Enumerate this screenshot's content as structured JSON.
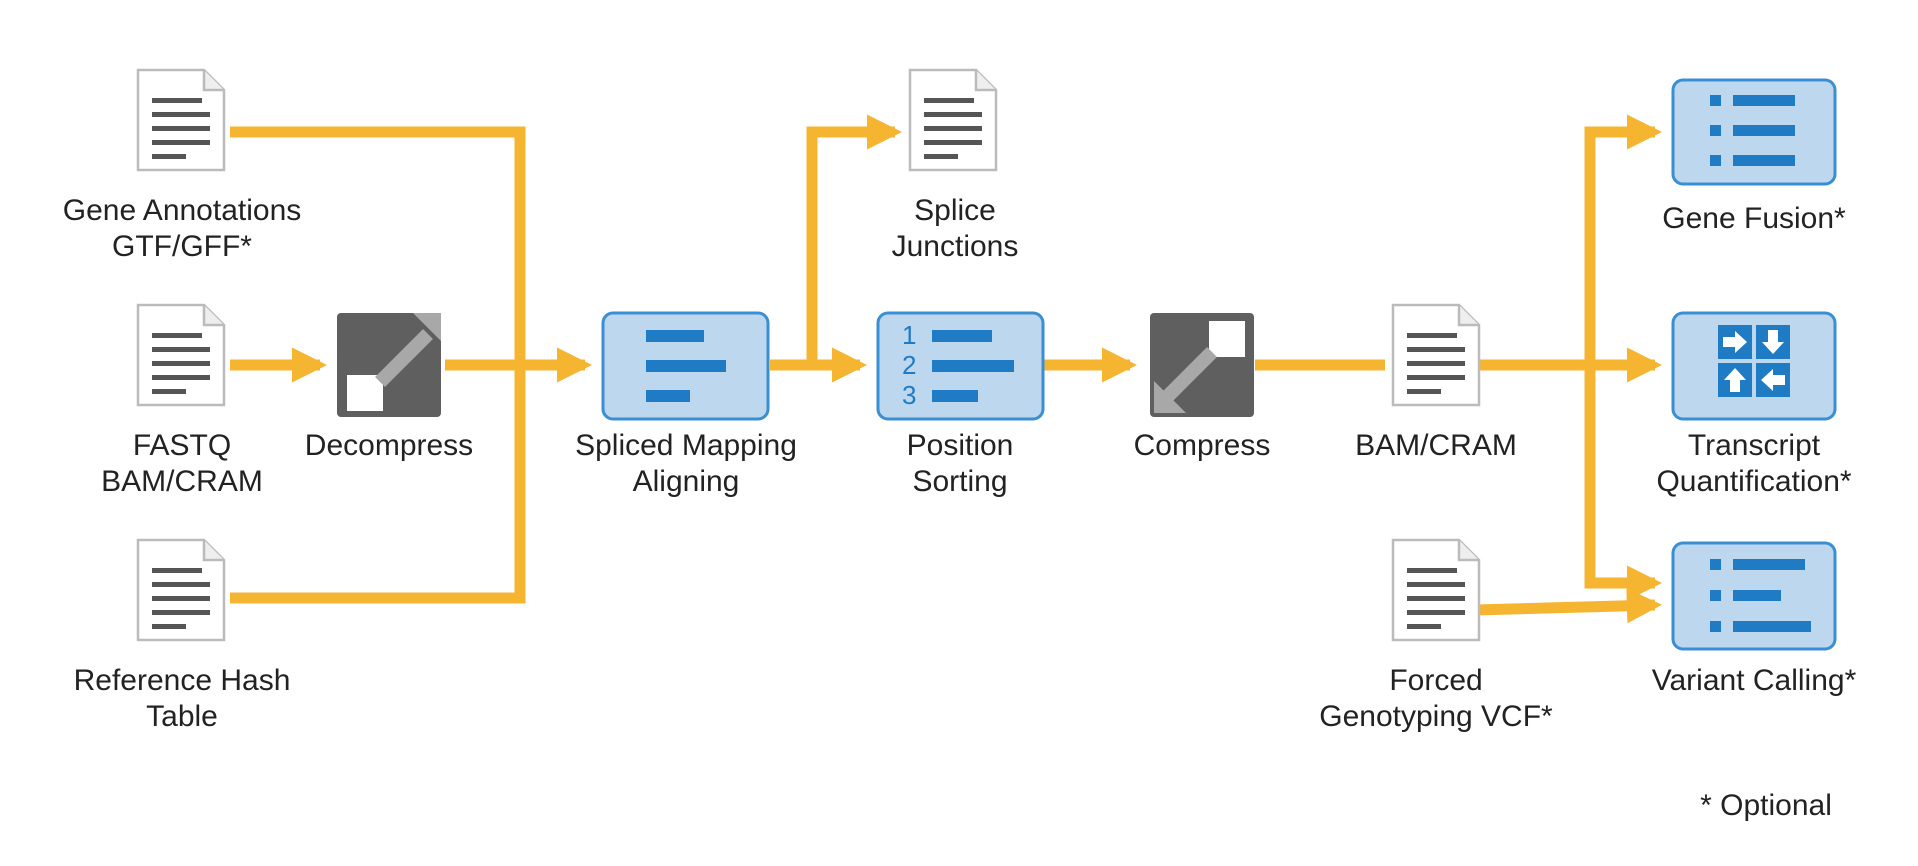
{
  "colors": {
    "flow": "#F5B530",
    "process_fill": "#BDD7EE",
    "process_stroke": "#3A8FD4",
    "process_glyph": "#1F7BC4",
    "compress_box": "#5F5F5F"
  },
  "inputs": {
    "gene_annotations": {
      "icon": "document-icon",
      "line1": "Gene Annotations",
      "line2": "GTF/GFF*"
    },
    "fastq": {
      "icon": "document-icon",
      "line1": "FASTQ",
      "line2": "BAM/CRAM"
    },
    "reference_hash": {
      "icon": "document-icon",
      "line1": "Reference Hash",
      "line2": "Table"
    },
    "forced_genotyping": {
      "icon": "document-icon",
      "line1": "Forced",
      "line2": "Genotyping VCF*"
    }
  },
  "steps": {
    "decompress": {
      "icon": "decompress-icon",
      "label": "Decompress"
    },
    "spliced_mapping": {
      "icon": "align-bars-icon",
      "line1": "Spliced Mapping",
      "line2": "Aligning"
    },
    "position_sorting": {
      "icon": "numbered-list-icon",
      "line1": "Position",
      "line2": "Sorting",
      "numbers": [
        "1",
        "2",
        "3"
      ]
    },
    "compress": {
      "icon": "compress-icon",
      "label": "Compress"
    }
  },
  "outputs": {
    "splice_junctions": {
      "icon": "document-icon",
      "line1": "Splice",
      "line2": "Junctions"
    },
    "bam_cram": {
      "icon": "document-icon",
      "label": "BAM/CRAM"
    },
    "gene_fusion": {
      "icon": "bullet-list-icon",
      "label": "Gene Fusion*"
    },
    "transcript_quant": {
      "icon": "transfer-arrows-icon",
      "line1": "Transcript",
      "line2": "Quantification*"
    },
    "variant_calling": {
      "icon": "bullet-list-icon",
      "label": "Variant Calling*"
    }
  },
  "footnote": "* Optional"
}
